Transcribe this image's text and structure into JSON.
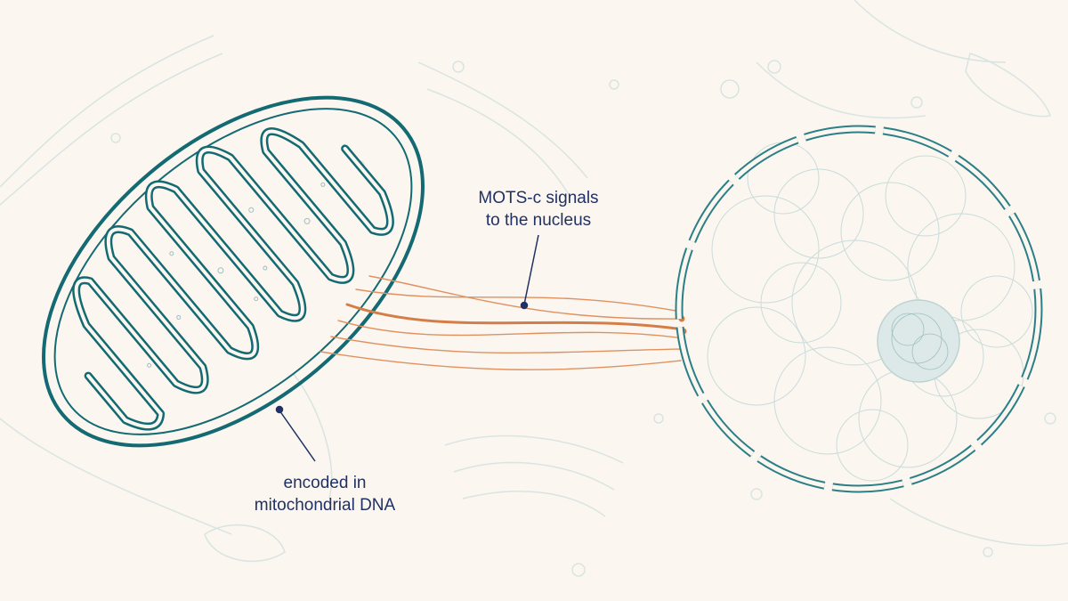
{
  "colors": {
    "background": "#fbf6ef",
    "mitochondrion": "#136a72",
    "nucleus": "#2b7f87",
    "signal": "#e0915f",
    "signal_strong": "#d57d48",
    "label": "#1f3165",
    "faint_background": "#d6e3e1"
  },
  "labels": {
    "signal": {
      "line1": "MOTS-c signals",
      "line2": "to the nucleus"
    },
    "origin": {
      "line1": "encoded in",
      "line2": "mitochondrial DNA"
    }
  },
  "icons": {
    "mitochondrion": "mitochondrion-illustration",
    "nucleus": "cell-nucleus-illustration"
  }
}
